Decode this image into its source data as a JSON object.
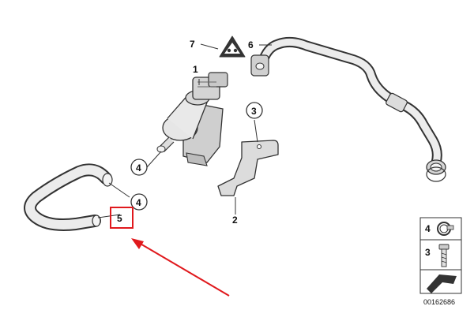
{
  "callouts": {
    "p1": "1",
    "p2": "2",
    "p3": "3",
    "p4a": "4",
    "p4b": "4",
    "p5": "5",
    "p6": "6",
    "p7": "7"
  },
  "legend": {
    "item_4": "4",
    "item_3": "3",
    "ref_number": "00162686"
  },
  "colors": {
    "line": "#333333",
    "part_fill": "#e6e6e6",
    "part_shade": "#bdbdbd",
    "highlight": "#e0191d"
  },
  "icons": [
    "warning-triangle-icon",
    "hose-clamp-icon",
    "bolt-icon",
    "arrow-icon"
  ]
}
